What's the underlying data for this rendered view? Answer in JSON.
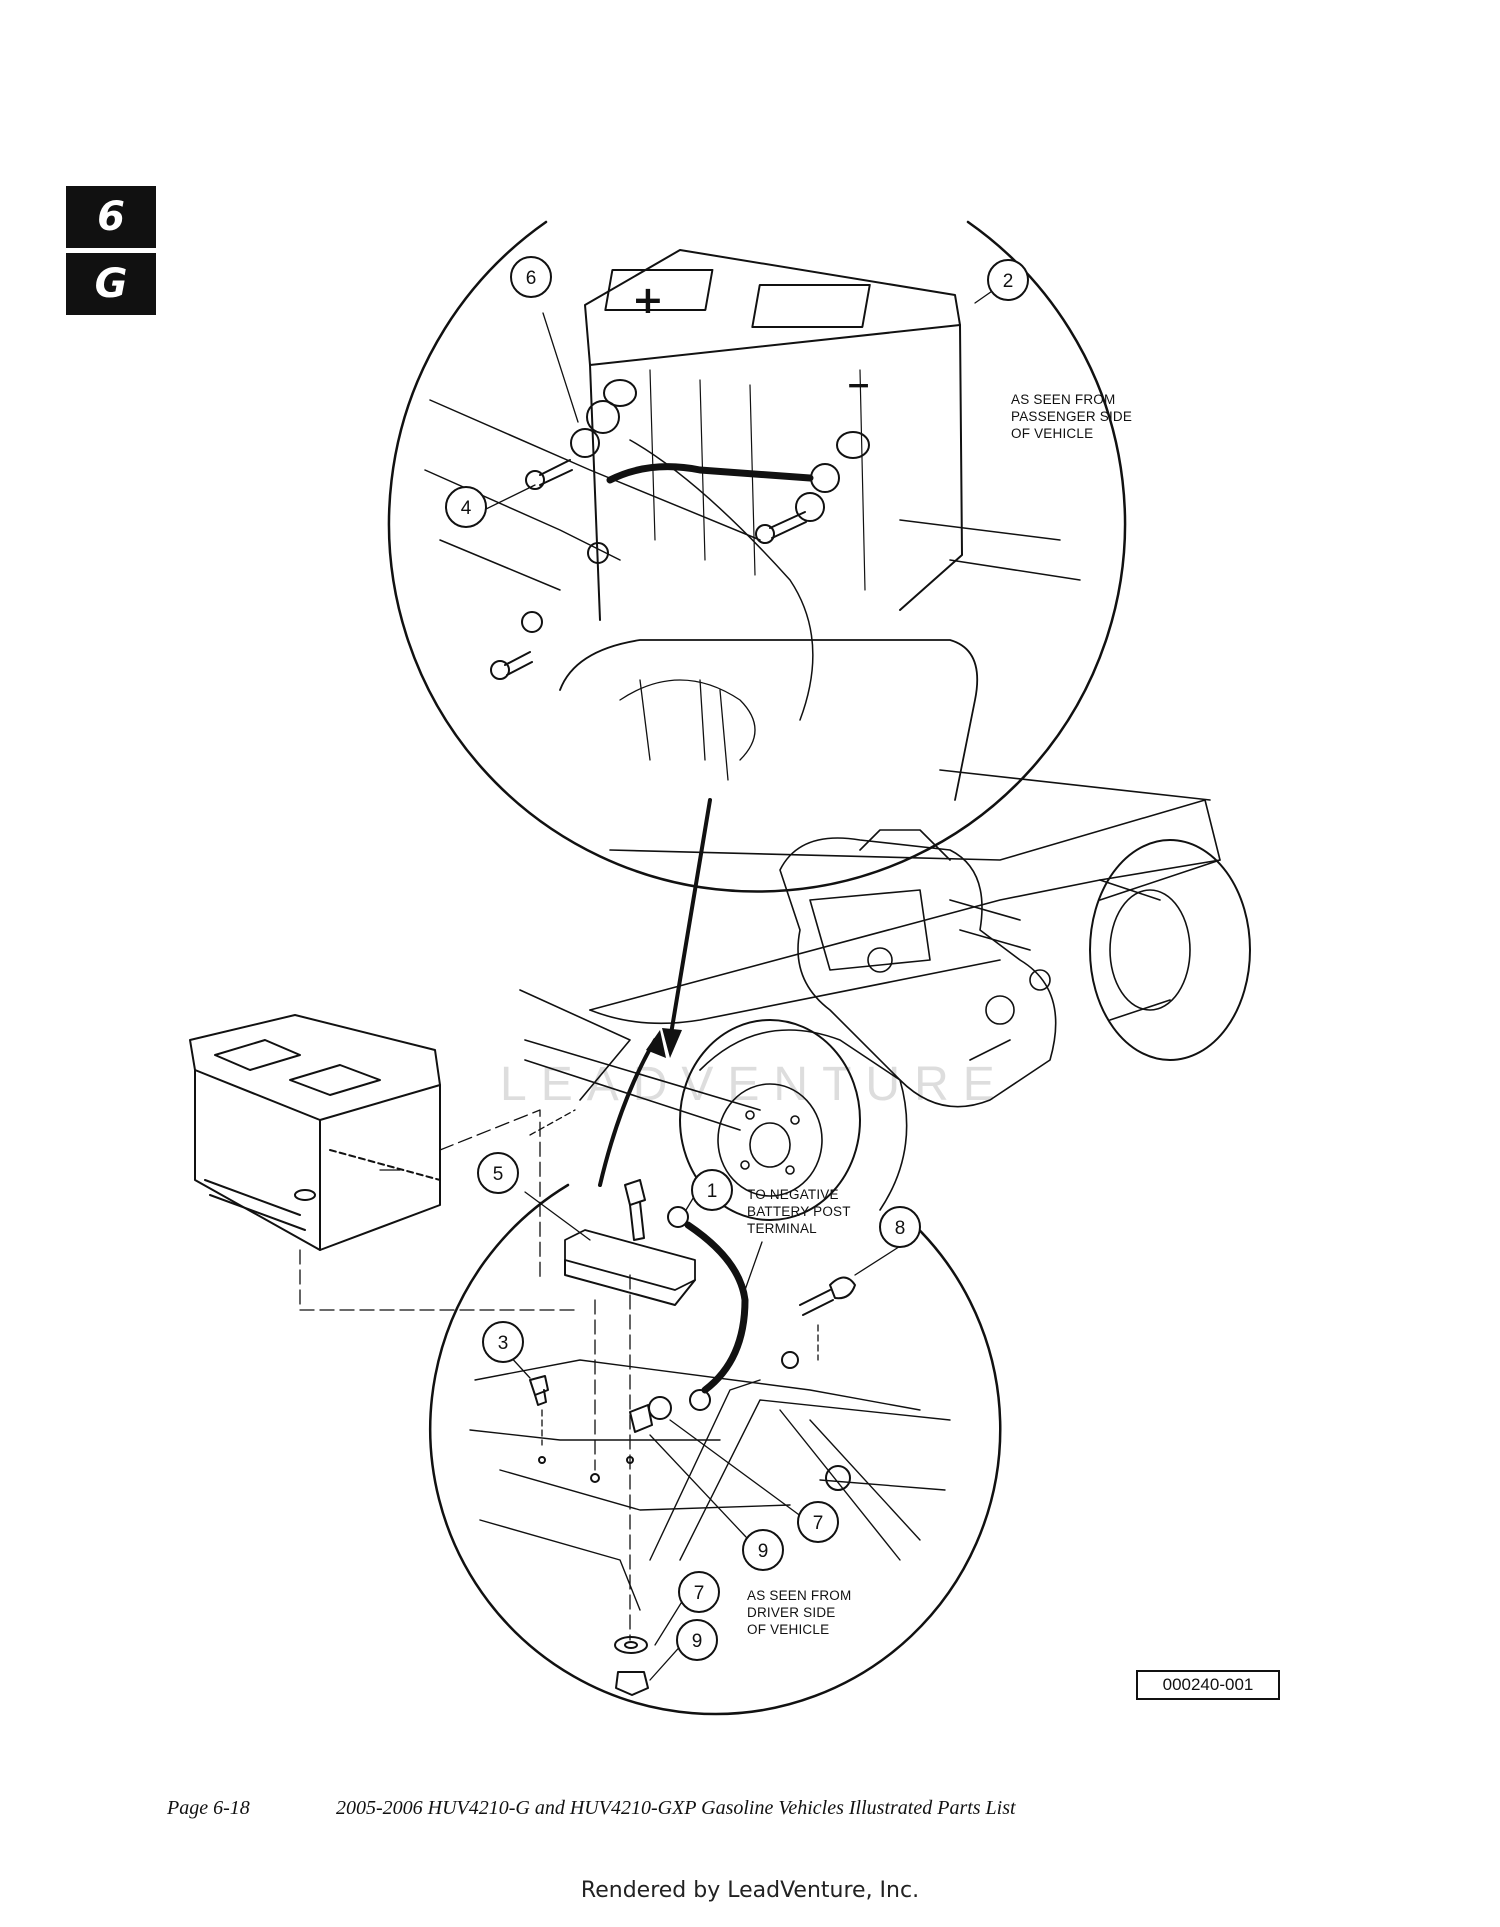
{
  "section_tabs": {
    "chapter": "6",
    "letter": "G"
  },
  "callouts": {
    "c1": "1",
    "c2": "2",
    "c3": "3",
    "c4": "4",
    "c5": "5",
    "c6": "6",
    "c7a": "7",
    "c7b": "7",
    "c8": "8",
    "c9a": "9",
    "c9b": "9"
  },
  "notes": {
    "passenger": [
      "AS SEEN FROM",
      "PASSENGER SIDE",
      "OF VEHICLE"
    ],
    "negative": [
      "TO NEGATIVE",
      "BATTERY POST",
      "TERMINAL"
    ],
    "driver": [
      "AS SEEN FROM",
      "DRIVER SIDE",
      "OF VEHICLE"
    ]
  },
  "battery_marks": {
    "positive": "+",
    "negative": "−"
  },
  "figure_number": "000240-001",
  "footer": {
    "page": "Page 6-18",
    "title": "2005-2006 HUV4210-G and HUV4210-GXP Gasoline Vehicles Illustrated Parts List"
  },
  "watermark": "LEADVENTURE",
  "rendered_by": "Rendered by LeadVenture, Inc."
}
